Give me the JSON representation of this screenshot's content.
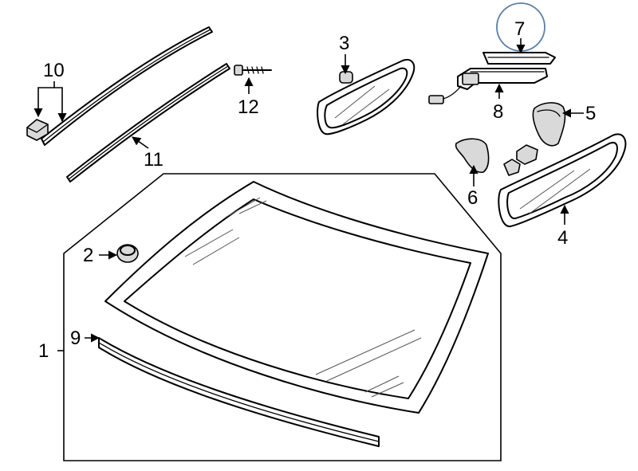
{
  "callouts": {
    "c1": "1",
    "c2": "2",
    "c3": "3",
    "c4": "4",
    "c5": "5",
    "c6": "6",
    "c7": "7",
    "c8": "8",
    "c9": "9",
    "c10": "10",
    "c11": "11",
    "c12": "12"
  },
  "colors": {
    "highlight_circle": "#5b7fa6",
    "line": "#000000",
    "shade": "#d9d9d9"
  }
}
